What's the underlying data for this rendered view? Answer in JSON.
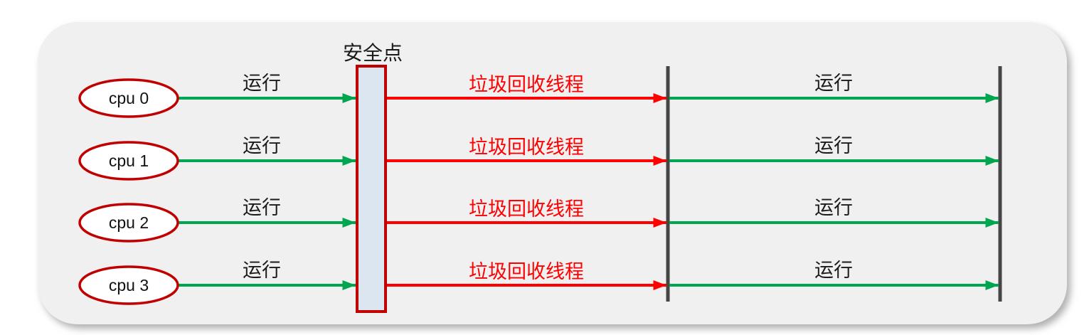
{
  "labels": {
    "safepoint": "安全点"
  },
  "rows": [
    {
      "cpu": "cpu 0",
      "run_before": "运行",
      "gc_thread": "垃圾回收线程",
      "run_after": "运行"
    },
    {
      "cpu": "cpu 1",
      "run_before": "运行",
      "gc_thread": "垃圾回收线程",
      "run_after": "运行"
    },
    {
      "cpu": "cpu 2",
      "run_before": "运行",
      "gc_thread": "垃圾回收线程",
      "run_after": "运行"
    },
    {
      "cpu": "cpu 3",
      "run_before": "运行",
      "gc_thread": "垃圾回收线程",
      "run_after": "运行"
    }
  ],
  "colors": {
    "card_background": "#f0f0f1",
    "run_arrow_green": "#00a64f",
    "gc_arrow_red": "#fe0000",
    "gc_label_red": "#fe0000",
    "node_border_dark_red": "#c00000",
    "safepoint_fill_light_blue": "#dce6f1",
    "safepoint_border_dark_red": "#c00000",
    "pause_line_gray": "#454545",
    "text_black": "#1a1a1a"
  }
}
